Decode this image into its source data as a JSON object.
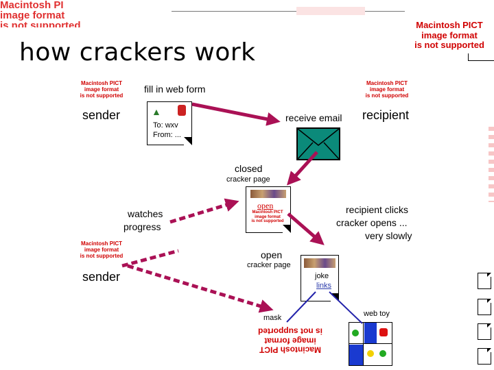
{
  "title": "how crackers work",
  "pict_notice": {
    "line1": "Macintosh PICT",
    "line2": "image format",
    "line3": "is not supported"
  },
  "top_banner_partial": "Macintosh PI",
  "labels": {
    "fill_form": "fill in web form",
    "sender_top": "sender",
    "receive_email": "receive email",
    "recipient": "recipient",
    "to": "To: wxv",
    "from": "From: ...",
    "closed": "closed",
    "cracker_page_1": "cracker page",
    "open_link": "open",
    "watches_1": "watches",
    "watches_2": "progress",
    "recip_clicks_1": "recipient clicks",
    "recip_clicks_2": "cracker opens ...",
    "recip_clicks_3": "very slowly",
    "open": "open",
    "cracker_page_2": "cracker page",
    "sender_bottom": "sender",
    "joke": "joke",
    "links": "links",
    "mask": "mask",
    "web_toy": "web toy"
  },
  "colors": {
    "arrow": "#aa1155",
    "link": "#2222aa",
    "envelope": "#0b8a7a",
    "pict_red": "#d00000"
  }
}
